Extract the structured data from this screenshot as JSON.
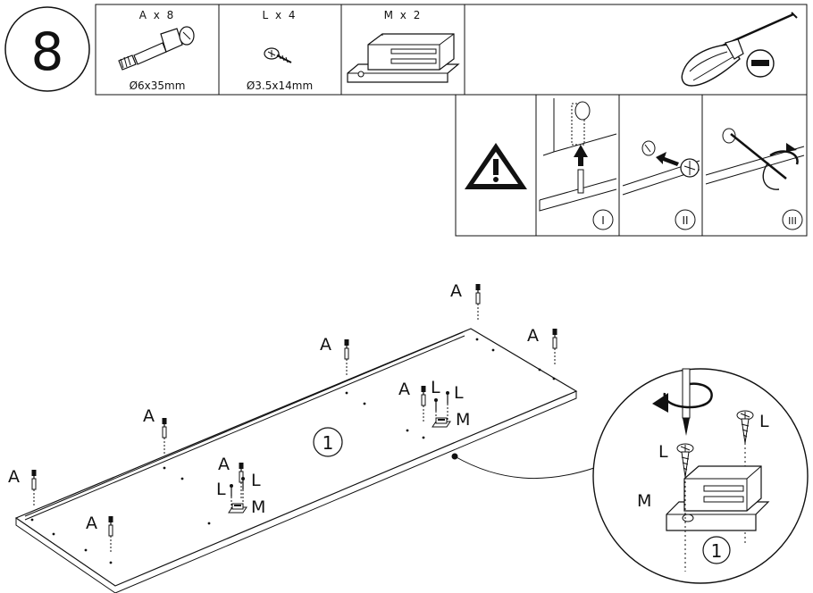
{
  "step": {
    "number": "8"
  },
  "parts": [
    {
      "label": "A x 8",
      "size": "Ø6x35mm",
      "icon": "cam-bolt-icon"
    },
    {
      "label": "L x 4",
      "size": "Ø3.5x14mm",
      "icon": "wood-screw-icon"
    },
    {
      "label": "M x 2",
      "size": "",
      "icon": "magnetic-catch-icon"
    }
  ],
  "tool": {
    "icon": "flathead-screwdriver-icon",
    "badge_icon": "minus-slot-icon"
  },
  "warning": {
    "icon": "warning-triangle-icon"
  },
  "substeps": [
    {
      "roman": "I",
      "icon": "insert-bolt-icon"
    },
    {
      "roman": "II",
      "icon": "insert-cam-icon"
    },
    {
      "roman": "III",
      "icon": "rotate-cam-icon"
    }
  ],
  "panel": {
    "label": "1"
  },
  "hardware_labels": {
    "bolt": "A",
    "screw": "L",
    "catch": "M"
  },
  "detail": {
    "panel_label": "1",
    "screw_label_1": "L",
    "screw_label_2": "L",
    "catch_label": "M"
  }
}
